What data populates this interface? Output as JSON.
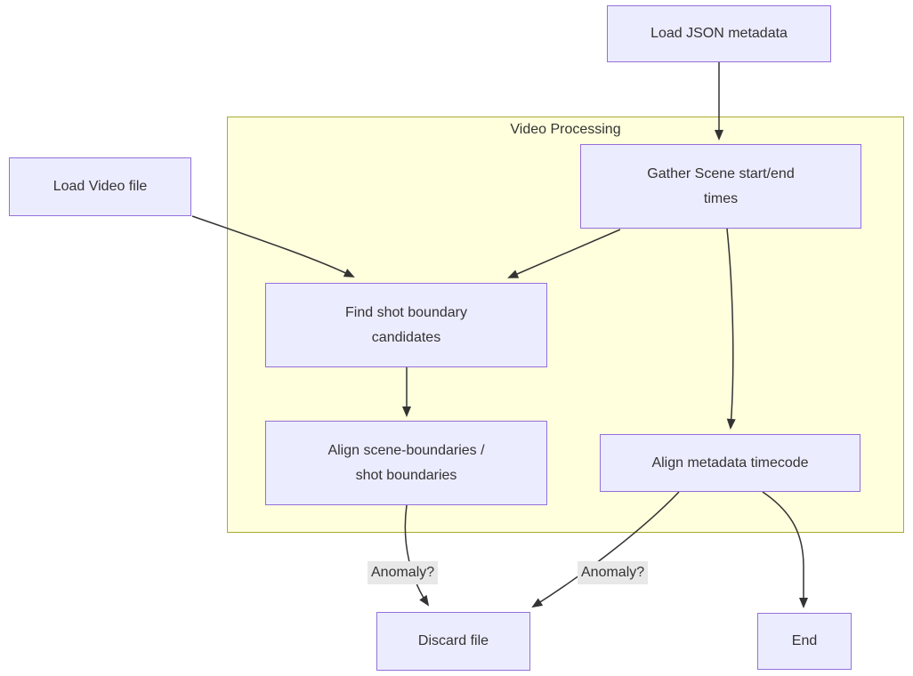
{
  "diagram": {
    "cluster": {
      "title": "Video Processing"
    },
    "nodes": {
      "load_json": {
        "lines": [
          "Load JSON metadata"
        ]
      },
      "load_video": {
        "lines": [
          "Load Video file"
        ]
      },
      "gather_scene": {
        "lines": [
          "Gather Scene start/end",
          "times"
        ]
      },
      "find_shot": {
        "lines": [
          "Find shot boundary",
          "candidates"
        ]
      },
      "align_scene": {
        "lines": [
          "Align scene-boundaries /",
          "shot boundaries"
        ]
      },
      "align_meta": {
        "lines": [
          "Align metadata timecode"
        ]
      },
      "discard": {
        "lines": [
          "Discard file"
        ]
      },
      "end": {
        "lines": [
          "End"
        ]
      }
    },
    "edges": [
      {
        "from": "load_json",
        "to": "gather_scene",
        "label": ""
      },
      {
        "from": "load_video",
        "to": "find_shot",
        "label": ""
      },
      {
        "from": "gather_scene",
        "to": "find_shot",
        "label": ""
      },
      {
        "from": "gather_scene",
        "to": "align_meta",
        "label": ""
      },
      {
        "from": "find_shot",
        "to": "align_scene",
        "label": ""
      },
      {
        "from": "align_scene",
        "to": "discard",
        "label": "Anomaly?"
      },
      {
        "from": "align_meta",
        "to": "discard",
        "label": "Anomaly?"
      },
      {
        "from": "align_meta",
        "to": "end",
        "label": ""
      }
    ],
    "colors": {
      "node_fill": "#ECECFF",
      "node_border": "#9370DB",
      "cluster_fill": "#FFFFDE",
      "cluster_border": "#AAAA33",
      "edge_color": "#333333",
      "text_color": "#333333",
      "edge_label_bg": "#E8E8E8"
    }
  }
}
